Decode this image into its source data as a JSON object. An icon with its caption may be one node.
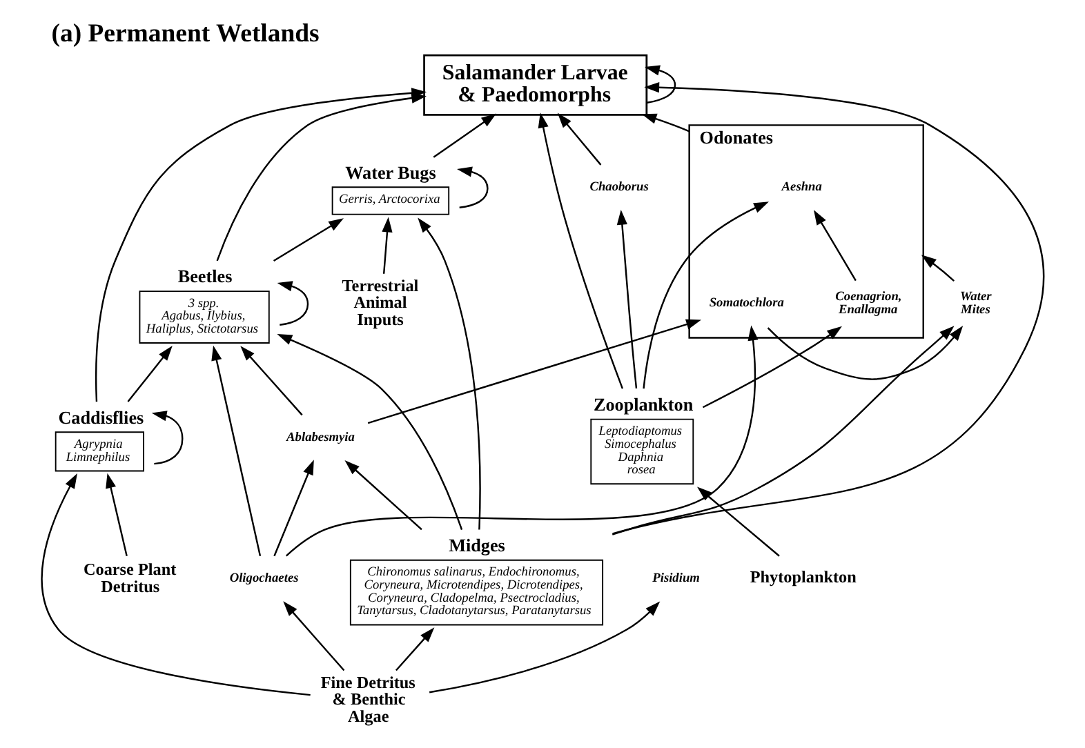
{
  "diagram": {
    "title": "(a) Permanent Wetlands",
    "nodes": [
      {
        "text": [
          "Salamander Larvae & Paedomorphs"
        ]
      },
      {
        "text": [
          "Odonates"
        ]
      },
      {
        "text": [
          "Aeshna"
        ],
        "in": 1
      },
      {
        "text": [
          "Coenagrion, Enallagma"
        ],
        "in": 1
      },
      {
        "text": [
          "Somatochlora"
        ],
        "in": 1
      },
      {
        "text": [
          "Chaoborus"
        ]
      },
      {
        "text": [
          "Water Mites"
        ]
      },
      {
        "text": [
          "Water Bugs",
          "Gerris, Arctocorixa"
        ]
      },
      {
        "text": [
          "Beetles",
          "3 spp. Agabus, Ilybius, Haliplus, Stictotarsus"
        ]
      },
      {
        "text": [
          "Terrestrial Animal Inputs"
        ]
      },
      {
        "text": [
          "Zooplankton",
          "Leptodiaptomus Simocephalus Daphnia rosea"
        ]
      },
      {
        "text": [
          "Ablabesmyia"
        ]
      },
      {
        "text": [
          "Midges",
          "Chironomus salinarus, Endochironomus, Coryneura, Microtendipes, Dicrotendipes, Coryneura, Cladopelma, Psectrocladius, Tanytarsus, Cladotanytarsus, Paratanytarsus"
        ]
      },
      {
        "text": [
          "Caddisflies",
          "Agrypnia Limnephilus"
        ]
      },
      {
        "text": [
          "Phytoplankton"
        ]
      },
      {
        "text": [
          "Oligochaetes"
        ]
      },
      {
        "text": [
          "Pisidium"
        ]
      },
      {
        "text": [
          "Coarse Plant Detritus"
        ]
      },
      {
        "text": [
          "Fine Detritus & Benthic Algae"
        ]
      }
    ],
    "edges": [
      {
        "from": 0,
        "to": 0,
        "arrow": "to"
      },
      {
        "from": 10,
        "to": 0,
        "arrow": "to"
      },
      {
        "from": 5,
        "to": 0,
        "arrow": "to"
      },
      {
        "from": 1,
        "to": 0,
        "arrow": "to"
      },
      {
        "from": 6,
        "to": 1,
        "arrow": "to"
      },
      {
        "from": 12,
        "to": 0,
        "arrow": "to"
      },
      {
        "from": 8,
        "to": 0,
        "arrow": "to"
      },
      {
        "from": 13,
        "to": 0,
        "arrow": "to"
      },
      {
        "from": 7,
        "to": 0,
        "arrow": "to"
      },
      {
        "from": 7,
        "to": 7,
        "arrow": "to"
      },
      {
        "from": 8,
        "to": 8,
        "arrow": "to"
      },
      {
        "from": 10,
        "to": 5,
        "arrow": "to"
      },
      {
        "from": 10,
        "to": 2,
        "arrow": "to"
      },
      {
        "from": 10,
        "to": 3,
        "arrow": "to"
      },
      {
        "from": 3,
        "to": 2,
        "arrow": "to"
      },
      {
        "from": 4,
        "to": 6,
        "arrow": "to"
      },
      {
        "from": 15,
        "to": 4,
        "arrow": "to"
      },
      {
        "from": 11,
        "to": 4,
        "arrow": "to"
      },
      {
        "from": 12,
        "to": 6,
        "arrow": "to"
      },
      {
        "from": 8,
        "to": 7,
        "arrow": "to"
      },
      {
        "from": 12,
        "to": 7,
        "arrow": "to"
      },
      {
        "from": 9,
        "to": 7,
        "arrow": "to"
      },
      {
        "from": 11,
        "to": 8,
        "arrow": "to"
      },
      {
        "from": 15,
        "to": 8,
        "arrow": "to"
      },
      {
        "from": 12,
        "to": 8,
        "arrow": "to"
      },
      {
        "from": 13,
        "to": 8,
        "arrow": "to"
      },
      {
        "from": 13,
        "to": 13,
        "arrow": "to"
      },
      {
        "from": 12,
        "to": 11,
        "arrow": "to"
      },
      {
        "from": 15,
        "to": 11,
        "arrow": "to"
      },
      {
        "from": 14,
        "to": 10,
        "arrow": "to"
      },
      {
        "from": 17,
        "to": 13,
        "arrow": "to"
      },
      {
        "from": 18,
        "to": 13,
        "arrow": "to"
      },
      {
        "from": 18,
        "to": 12,
        "arrow": "to"
      },
      {
        "from": 18,
        "to": 15,
        "arrow": "to"
      },
      {
        "from": 18,
        "to": 16,
        "arrow": "to"
      }
    ]
  }
}
